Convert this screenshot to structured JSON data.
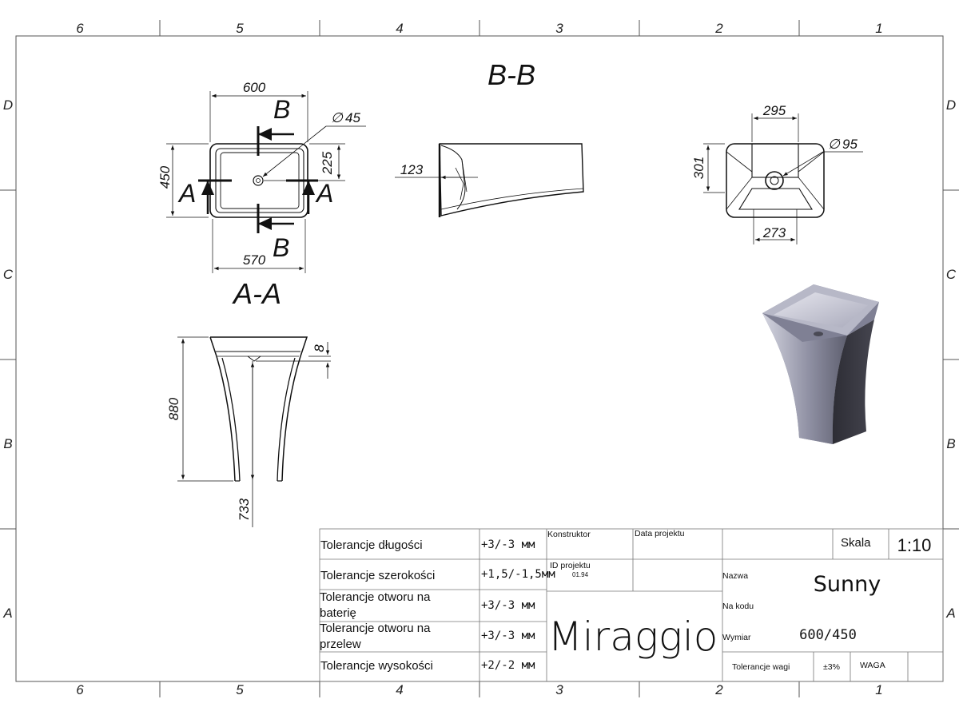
{
  "sheet": {
    "zones_top": [
      "6",
      "5",
      "4",
      "3",
      "2",
      "1"
    ],
    "zones_bottom": [
      "6",
      "5",
      "4",
      "3",
      "2",
      "1"
    ],
    "zones_side": [
      "D",
      "C",
      "B",
      "A"
    ]
  },
  "views": {
    "section_bb_label": "B-B",
    "section_aa_label": "A-A",
    "cut_a": "A",
    "cut_b": "B"
  },
  "dimensions": {
    "top_width_outer": "600",
    "top_width_inner": "570",
    "top_depth": "450",
    "drain_offset": "225",
    "drain_diameter": "45",
    "diameter_symbol": "∅",
    "section_depth": "123",
    "bottom_width": "295",
    "bottom_depth": "301",
    "bottom_width_lower": "273",
    "outlet_diameter": "95",
    "height_total": "880",
    "height_inner": "733",
    "rim_thickness": "8"
  },
  "title_block": {
    "rows": [
      {
        "label": "Tolerancje długości",
        "value": "+3/-3 мм"
      },
      {
        "label": "Tolerancje szerokości",
        "value": "+1,5/-1,5мм"
      },
      {
        "label_line1": "Tolerancje otworu na",
        "label_line2": "baterię",
        "value": "+3/-3 мм"
      },
      {
        "label_line1": "Tolerancje otworu na",
        "label_line2": "przelew",
        "value": "+3/-3 мм"
      },
      {
        "label": "Tolerancje wysokości",
        "value": "+2/-2 мм"
      }
    ],
    "konstruktor_label": "Konstruktor",
    "data_projektu_label": "Data projektu",
    "id_projektu_label": "ID projektu",
    "id_projektu_value": "01.94",
    "brand": "Miraggio",
    "skala_label": "Skala",
    "skala_value": "1:10",
    "nazwa_label": "Nazwa",
    "nazwa_value": "Sunny",
    "na_kodu_label": "Na kodu",
    "wymiar_label": "Wymiar",
    "wymiar_value": "600/450",
    "tolerancje_wagi_label": "Tolerancje wagi",
    "tolerancje_wagi_value": "±3%",
    "waga_label": "WAGA"
  },
  "colors": {
    "line": "#111111",
    "frame": "#555555",
    "render_light": "#c9cad6",
    "render_mid": "#8e8fa2",
    "render_dark": "#3a3a44"
  }
}
